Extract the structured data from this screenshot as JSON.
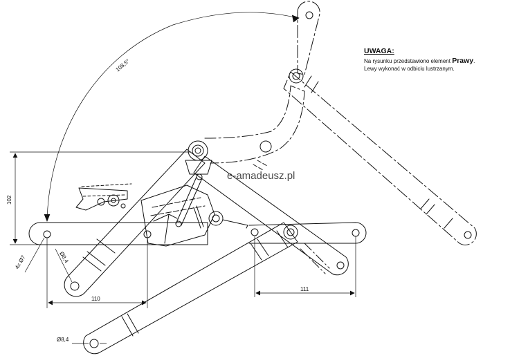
{
  "note": {
    "title": "UWAGA:",
    "line1_prefix": "Na rysunku przedstawiono element ",
    "line1_bold": "Prawy",
    "line1_suffix": ".",
    "line2": "Lewy wykonać w odbiciu lustrzanym."
  },
  "watermark": "e-amadeusz.pl",
  "dimensions": {
    "angle": "108,5°",
    "height": "102",
    "holes": "4x Ø7",
    "hole_top": "Ø8,4",
    "hole_bottom": "Ø8,4",
    "length_left": "110",
    "length_right": "111"
  },
  "colors": {
    "line": "#111111",
    "background": "#ffffff"
  }
}
